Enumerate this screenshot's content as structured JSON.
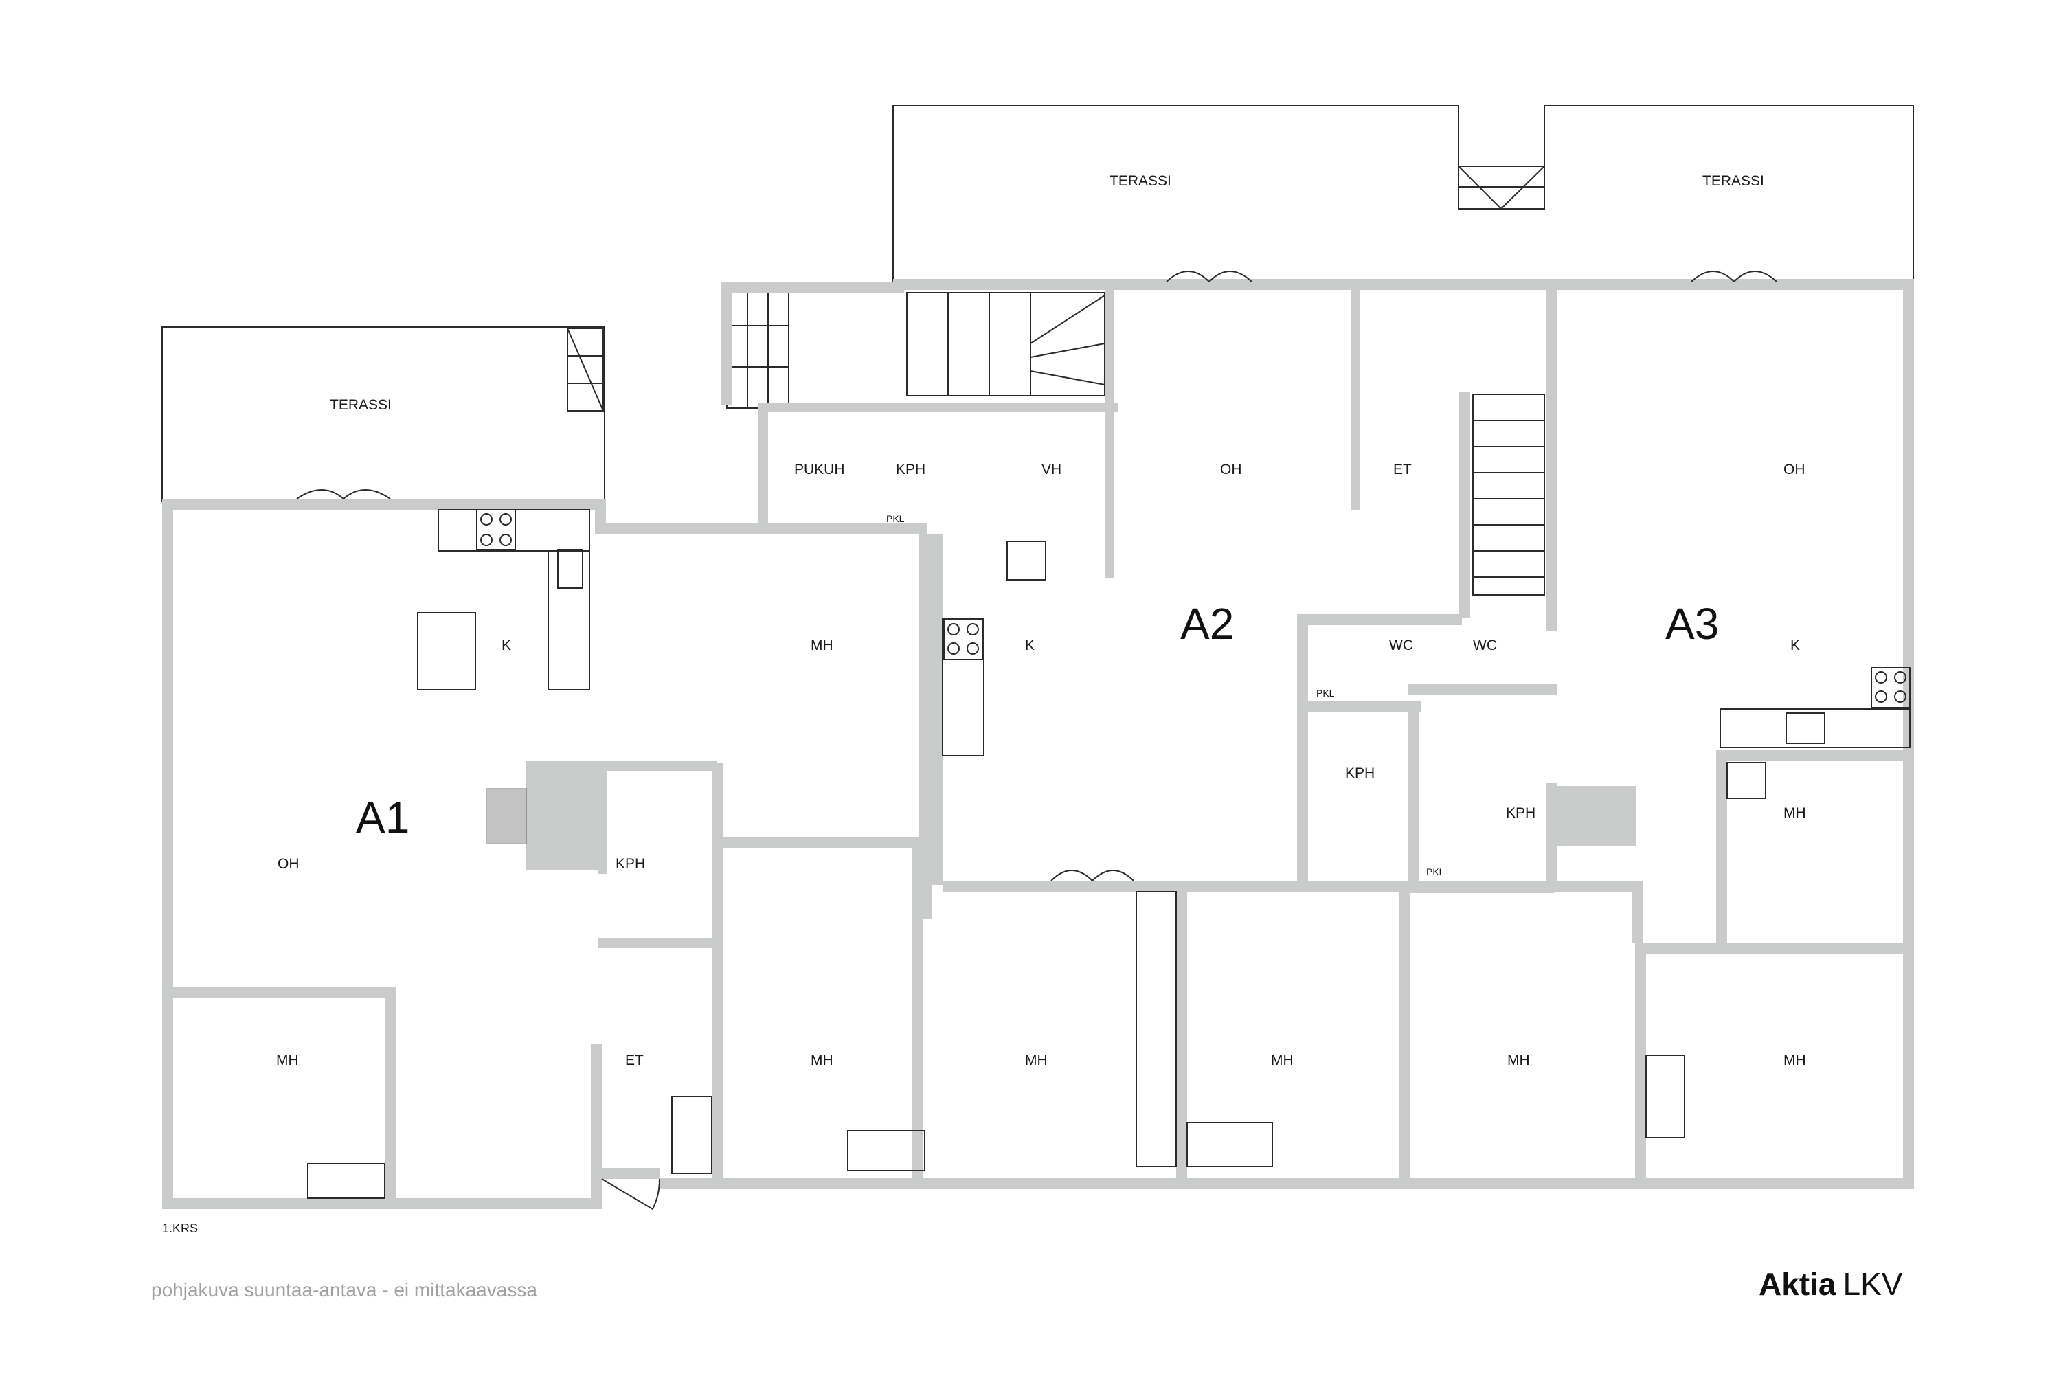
{
  "colors": {
    "wall": "#c9ccca",
    "line": "#2b2b2b",
    "background": "#ffffff",
    "disclaimer": "#a0a0a0"
  },
  "floor_label": "1.KRS",
  "disclaimer": "pohjakuva suuntaa-antava - ei mittakaavassa",
  "brand": {
    "bold": "Aktia",
    "light": "LKV"
  },
  "apartments": [
    "A1",
    "A2",
    "A3"
  ],
  "pkl": "PKL",
  "rooms": {
    "terassi_a1": "TERASSI",
    "terassi_a2": "TERASSI",
    "terassi_a3": "TERASSI",
    "a1_k": "K",
    "a1_mh1": "MH",
    "a1_oh": "OH",
    "a1_kph": "KPH",
    "a1_mh2": "MH",
    "a1_et": "ET",
    "a1_mh3": "MH",
    "pukuh": "PUKUH",
    "kph_upper": "KPH",
    "vh": "VH",
    "a2_oh": "OH",
    "a2_et": "ET",
    "a2_k": "K",
    "a2_wc": "WC",
    "a2_kph": "KPH",
    "a2_mh1": "MH",
    "a2_mh2": "MH",
    "a3_oh": "OH",
    "a3_wc": "WC",
    "a3_k": "K",
    "a3_kph": "KPH",
    "a3_mh1": "MH",
    "a3_mh2": "MH",
    "a3_mh3": "MH"
  }
}
